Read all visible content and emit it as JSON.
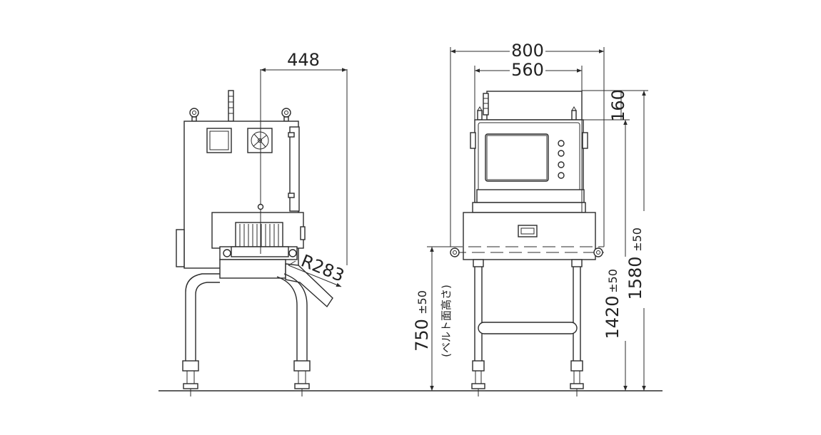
{
  "dimensions": {
    "side_width": "448",
    "radius": "R283",
    "overall_width": "800",
    "conveyor_width": "560",
    "top_height": "160",
    "belt_height": "750",
    "belt_tolerance": "±50",
    "belt_note": "(ベルト面高さ)",
    "body_height": "1420",
    "body_tolerance": "±50",
    "total_height": "1580",
    "total_tolerance": "±50"
  },
  "colors": {
    "line": "#2b2b2b",
    "background": "#ffffff"
  }
}
